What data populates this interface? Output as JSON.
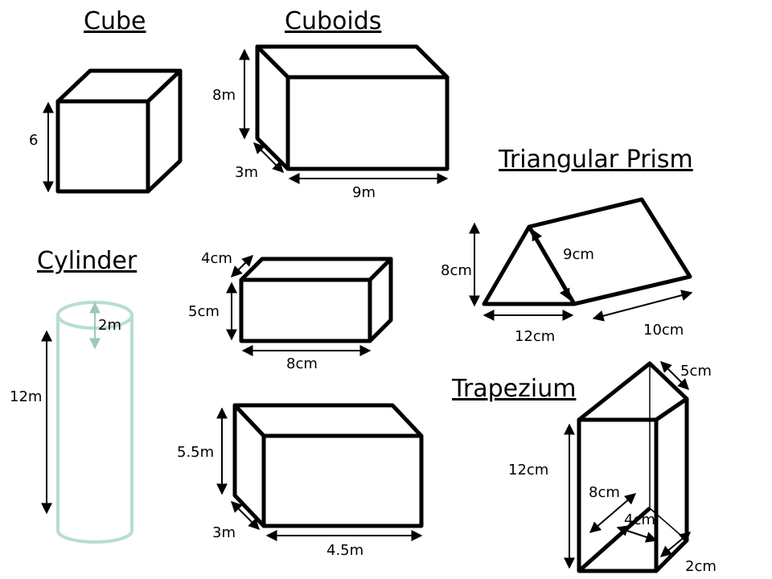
{
  "titles": {
    "cube": "Cube",
    "cuboids": "Cuboids",
    "triangular_prism": "Triangular Prism",
    "cylinder": "Cylinder",
    "trapezium": "Trapezium"
  },
  "labels": {
    "cube_side": "6",
    "cuboid1_height": "8m",
    "cuboid1_depth": "3m",
    "cuboid1_width": "9m",
    "cuboid2_depth": "4cm",
    "cuboid2_height": "5cm",
    "cuboid2_width": "8cm",
    "cuboid3_height": "5.5m",
    "cuboid3_depth": "3m",
    "cuboid3_width": "4.5m",
    "cylinder_radius": "2m",
    "cylinder_height": "12m",
    "prism_height": "8cm",
    "prism_slant": "9cm",
    "prism_base": "12cm",
    "prism_length": "10cm",
    "trap_top": "5cm",
    "trap_height": "12cm",
    "trap_slant": "8cm",
    "trap_base": "4cm",
    "trap_bottom": "2cm"
  },
  "colors": {
    "stroke": "#000000",
    "cylinder_outline": "#b8dcd6"
  }
}
